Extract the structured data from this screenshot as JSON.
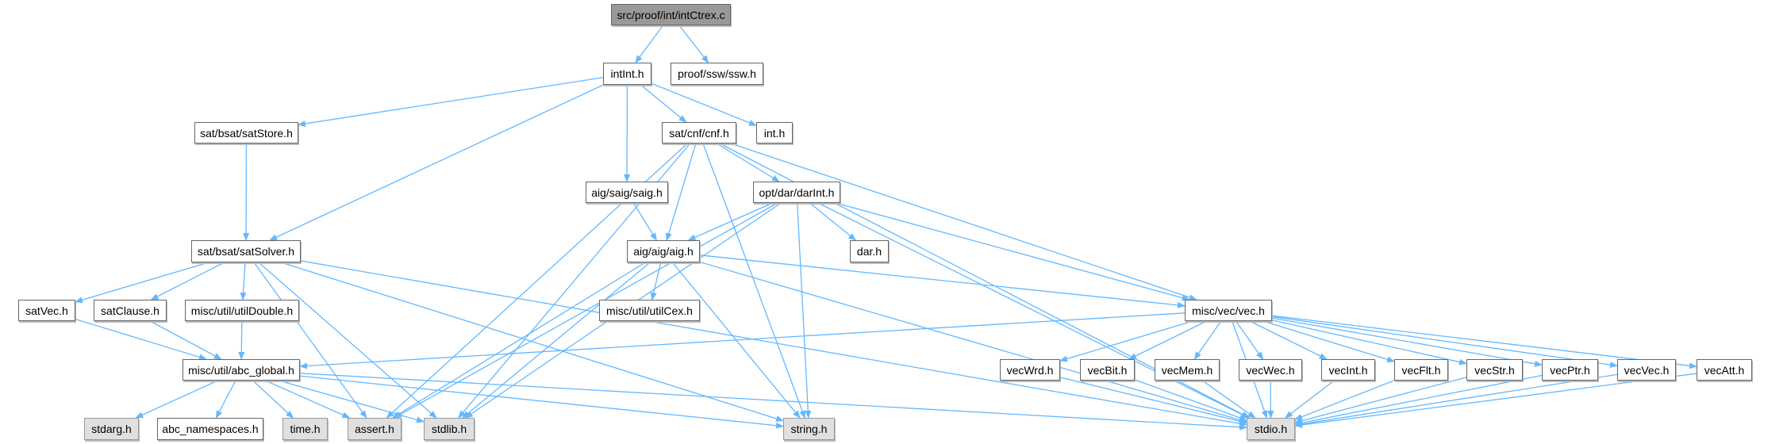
{
  "graph": {
    "nodes": {
      "root": "src/proof/int/intCtrex.c",
      "intInt": "intInt.h",
      "ssw": "proof/ssw/ssw.h",
      "satStore": "sat/bsat/satStore.h",
      "cnf": "sat/cnf/cnf.h",
      "inth": "int.h",
      "saig": "aig/saig/saig.h",
      "darInt": "opt/dar/darInt.h",
      "satSolver": "sat/bsat/satSolver.h",
      "aig": "aig/aig/aig.h",
      "dar": "dar.h",
      "satVec": "satVec.h",
      "satClause": "satClause.h",
      "utilDouble": "misc/util/utilDouble.h",
      "utilCex": "misc/util/utilCex.h",
      "vec": "misc/vec/vec.h",
      "abcGlobal": "misc/util/abc_global.h",
      "vecWrd": "vecWrd.h",
      "vecBit": "vecBit.h",
      "vecMem": "vecMem.h",
      "vecWec": "vecWec.h",
      "vecInt": "vecInt.h",
      "vecFlt": "vecFlt.h",
      "vecStr": "vecStr.h",
      "vecPtr": "vecPtr.h",
      "vecVec": "vecVec.h",
      "vecAtt": "vecAtt.h",
      "stdarg": "stdarg.h",
      "abcNs": "abc_namespaces.h",
      "time": "time.h",
      "assert": "assert.h",
      "stdlib": "stdlib.h",
      "string": "string.h",
      "stdio": "stdio.h"
    },
    "edges": [
      [
        "root",
        "intInt"
      ],
      [
        "root",
        "ssw"
      ],
      [
        "intInt",
        "satStore"
      ],
      [
        "intInt",
        "satSolver"
      ],
      [
        "intInt",
        "cnf"
      ],
      [
        "intInt",
        "saig"
      ],
      [
        "intInt",
        "inth"
      ],
      [
        "satStore",
        "satSolver"
      ],
      [
        "cnf",
        "assert"
      ],
      [
        "cnf",
        "stdlib"
      ],
      [
        "cnf",
        "string"
      ],
      [
        "cnf",
        "stdio"
      ],
      [
        "cnf",
        "aig"
      ],
      [
        "cnf",
        "darInt"
      ],
      [
        "cnf",
        "vec"
      ],
      [
        "saig",
        "aig"
      ],
      [
        "darInt",
        "assert"
      ],
      [
        "darInt",
        "stdlib"
      ],
      [
        "darInt",
        "string"
      ],
      [
        "darInt",
        "stdio"
      ],
      [
        "darInt",
        "aig"
      ],
      [
        "darInt",
        "dar"
      ],
      [
        "darInt",
        "vec"
      ],
      [
        "aig",
        "assert"
      ],
      [
        "aig",
        "stdlib"
      ],
      [
        "aig",
        "string"
      ],
      [
        "aig",
        "stdio"
      ],
      [
        "aig",
        "utilCex"
      ],
      [
        "aig",
        "vec"
      ],
      [
        "satSolver",
        "satVec"
      ],
      [
        "satSolver",
        "satClause"
      ],
      [
        "satSolver",
        "utilDouble"
      ],
      [
        "satSolver",
        "assert"
      ],
      [
        "satSolver",
        "stdlib"
      ],
      [
        "satSolver",
        "string"
      ],
      [
        "satSolver",
        "stdio"
      ],
      [
        "satVec",
        "abcGlobal"
      ],
      [
        "satClause",
        "abcGlobal"
      ],
      [
        "utilDouble",
        "abcGlobal"
      ],
      [
        "abcGlobal",
        "stdarg"
      ],
      [
        "abcGlobal",
        "abcNs"
      ],
      [
        "abcGlobal",
        "time"
      ],
      [
        "abcGlobal",
        "assert"
      ],
      [
        "abcGlobal",
        "stdlib"
      ],
      [
        "abcGlobal",
        "string"
      ],
      [
        "abcGlobal",
        "stdio"
      ],
      [
        "vec",
        "abcGlobal"
      ],
      [
        "vec",
        "vecWrd"
      ],
      [
        "vec",
        "vecBit"
      ],
      [
        "vec",
        "vecMem"
      ],
      [
        "vec",
        "vecWec"
      ],
      [
        "vec",
        "vecInt"
      ],
      [
        "vec",
        "vecFlt"
      ],
      [
        "vec",
        "vecStr"
      ],
      [
        "vec",
        "vecPtr"
      ],
      [
        "vec",
        "vecVec"
      ],
      [
        "vec",
        "vecAtt"
      ],
      [
        "vec",
        "stdio"
      ],
      [
        "vecWrd",
        "stdio"
      ],
      [
        "vecBit",
        "stdio"
      ],
      [
        "vecMem",
        "stdio"
      ],
      [
        "vecWec",
        "stdio"
      ],
      [
        "vecInt",
        "stdio"
      ],
      [
        "vecFlt",
        "stdio"
      ],
      [
        "vecStr",
        "stdio"
      ],
      [
        "vecPtr",
        "stdio"
      ],
      [
        "vecVec",
        "stdio"
      ],
      [
        "vecAtt",
        "stdio"
      ]
    ]
  },
  "colors": {
    "edge": "#63b8ff",
    "root_fill": "#999999",
    "system_fill": "#e0e0e0"
  }
}
